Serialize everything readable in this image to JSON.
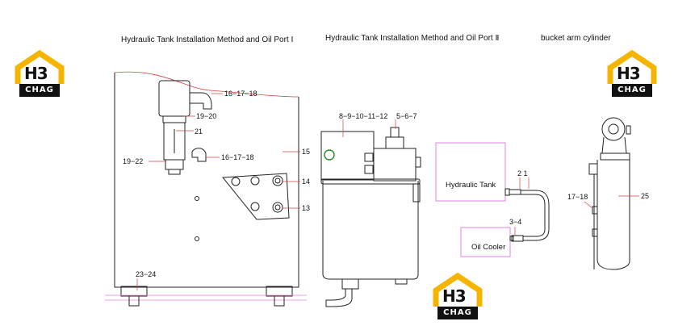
{
  "titles": {
    "t1": "Hydraulic Tank Installation Method and Oil Port Ⅰ",
    "t2": "Hydraulic Tank Installation Method and Oil Port Ⅱ",
    "t3": "bucket arm cylinder"
  },
  "logo": {
    "mark": "H3",
    "word": "CHAG",
    "color": "#f5b400"
  },
  "callouts_i": {
    "c1": "16−17−18",
    "c2": "19−20",
    "c3": "21",
    "c4": "19−22",
    "c5": "16−17−18",
    "c6": "15",
    "c7": "14",
    "c8": "13",
    "c9": "23−24"
  },
  "callouts_ii": {
    "c1": "8−9−10−11−12",
    "c2": "5−6−7"
  },
  "schematic": {
    "tank_label": "Hydraulic Tank",
    "cooler_label": "Oil Cooler",
    "port_top": "2  1",
    "port_bottom": "3−4"
  },
  "cylinder": {
    "c1": "17−18",
    "c2": "25"
  },
  "colors": {
    "box_outline": "#e080e0",
    "leader": "#d04040"
  }
}
